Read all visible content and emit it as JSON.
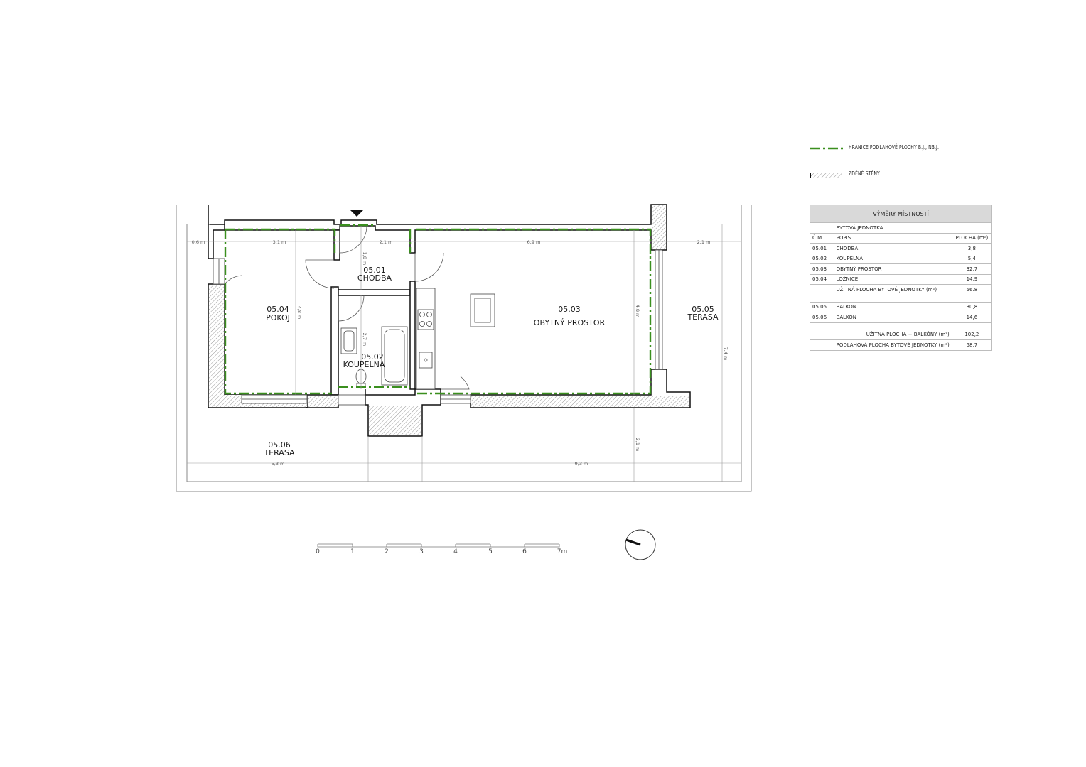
{
  "legend": {
    "boundary_label": "HRANICE PODLAHOVÉ PLOCHY B.J., NB.J.",
    "walls_label": "ZDĚNÉ STĚNY",
    "boundary_color": "#3a8f1e"
  },
  "table": {
    "title": "VÝMĚRY MÍSTNOSTÍ",
    "section": "BYTOVÁ JEDNOTKA",
    "headers": {
      "num": "Č.M.",
      "desc": "POPIS",
      "area": "PLOCHA (m²)"
    },
    "rows": [
      {
        "num": "05.01",
        "desc": "CHODBA",
        "area": "3,8"
      },
      {
        "num": "05.02",
        "desc": "KOUPELNA",
        "area": "5,4"
      },
      {
        "num": "05.03",
        "desc": "OBYTNÝ PROSTOR",
        "area": "32,7"
      },
      {
        "num": "05.04",
        "desc": "LOŽNICE",
        "area": "14,9"
      }
    ],
    "usable_label": "UŽITNÁ PLOCHA BYTOVÉ JEDNOTKY (m²)",
    "usable_value": "56.8",
    "balcony_rows": [
      {
        "num": "05.05",
        "desc": "BALKON",
        "area": "30,8"
      },
      {
        "num": "05.06",
        "desc": "BALKON",
        "area": "14,6"
      }
    ],
    "total_usable_label": "UŽITNÁ PLOCHA + BALKÓNY (m²)",
    "total_usable_value": "102,2",
    "floor_area_label": "PODLAHOVÁ PLOCHA BYTOVÉ JEDNOTKY (m²)",
    "floor_area_value": "58,7"
  },
  "rooms": [
    {
      "num": "05.01",
      "name": "CHODBA"
    },
    {
      "num": "05.02",
      "name": "KOUPELNA"
    },
    {
      "num": "05.03",
      "name": "OBYTNÝ PROSTOR"
    },
    {
      "num": "05.04",
      "name": "POKOJ"
    },
    {
      "num": "05.05",
      "name": "TERASA"
    },
    {
      "num": "05.06",
      "name": "TERASA"
    }
  ],
  "dimensions": {
    "d_0_6": "0,6 m",
    "d_3_1": "3,1 m",
    "d_2_1_top": "2,1 m",
    "d_6_9": "6,9 m",
    "d_2_1_right": "2,1 m",
    "d_1_8": "1,8 m",
    "d_4_8_left": "4,8 m",
    "d_2_7": "2,7 m",
    "d_4_8_right": "4,8 m",
    "d_7_4": "7,4 m",
    "d_2_1_vert": "2,1 m",
    "d_5_3": "5,3 m",
    "d_9_3": "9,3 m"
  },
  "scale_labels": [
    "0",
    "1",
    "2",
    "3",
    "4",
    "5",
    "6",
    "7m"
  ]
}
